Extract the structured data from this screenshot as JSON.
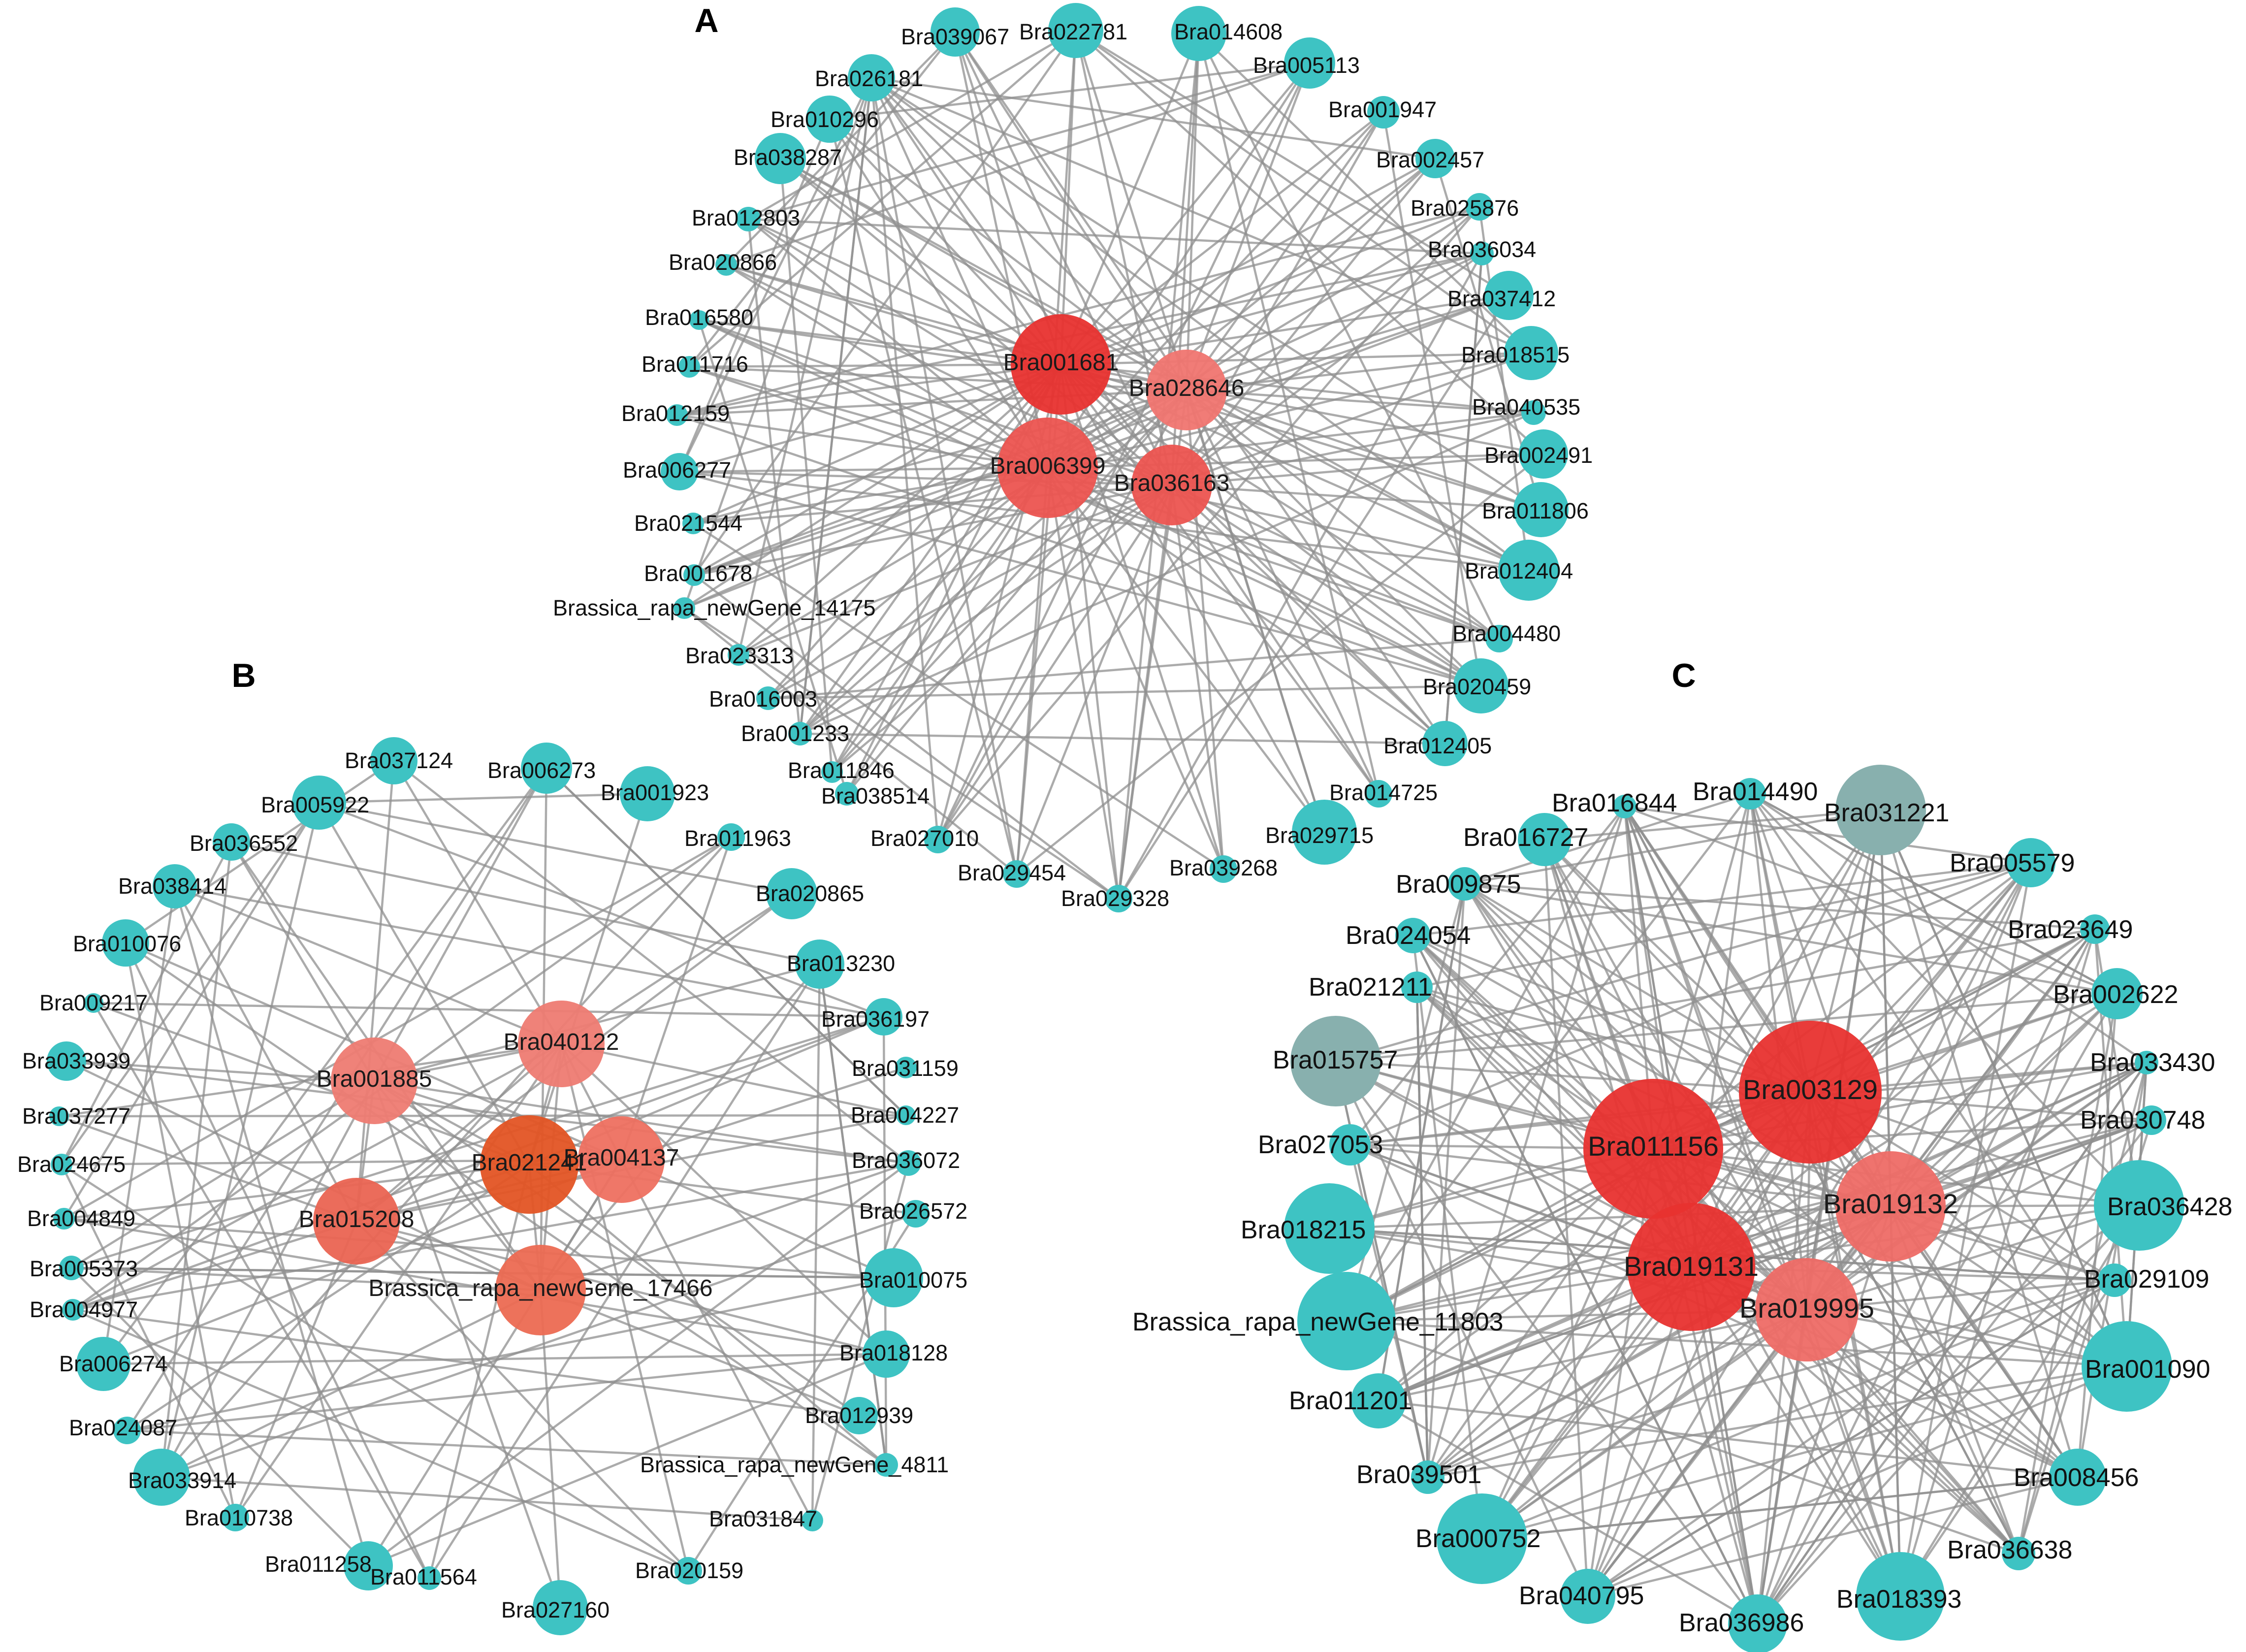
{
  "colors": {
    "peripheral": "#3ec3c3",
    "hub_red": "#e8322f",
    "hub_salmon": "#ee6b63",
    "hub_orange": "#e35424",
    "hub_grey": "#88b0ae",
    "edge": "#8f8f8f"
  },
  "panels": [
    {
      "letter": "A",
      "hubs": [
        {
          "label": "Bra001681",
          "color": "#e8322f"
        },
        {
          "label": "Bra028646",
          "color": "#f07570"
        },
        {
          "label": "Bra006399",
          "color": "#ec5450"
        },
        {
          "label": "Bra036163",
          "color": "#ec5450"
        }
      ],
      "nodes": [
        "Bra039067",
        "Bra022781",
        "Bra014608",
        "Bra005113",
        "Bra001947",
        "Bra002457",
        "Bra025876",
        "Bra036034",
        "Bra037412",
        "Bra018515",
        "Bra040535",
        "Bra002491",
        "Bra011806",
        "Bra012404",
        "Bra004480",
        "Bra020459",
        "Bra012405",
        "Bra014725",
        "Bra029715",
        "Bra039268",
        "Bra029328",
        "Bra029454",
        "Bra027010",
        "Bra038514",
        "Bra011846",
        "Bra001233",
        "Bra016003",
        "Bra023313",
        "Brassica_rapa_newGene_14175",
        "Bra001678",
        "Bra021544",
        "Bra006277",
        "Bra012159",
        "Bra011716",
        "Bra016580",
        "Bra020866",
        "Bra012803",
        "Bra038287",
        "Bra010296",
        "Bra026181"
      ]
    },
    {
      "letter": "B",
      "hubs": [
        {
          "label": "Bra040122",
          "color": "#ee7b72"
        },
        {
          "label": "Bra001885",
          "color": "#ee7b72"
        },
        {
          "label": "Bra021241",
          "color": "#e35424"
        },
        {
          "label": "Bra004137",
          "color": "#ee7060"
        },
        {
          "label": "Bra015208",
          "color": "#ea6452"
        },
        {
          "label": "Brassica_rapa_newGene_17466",
          "color": "#ec6a52"
        }
      ],
      "nodes": [
        "Bra037124",
        "Bra006273",
        "Bra001923",
        "Bra011963",
        "Bra020865",
        "Bra013230",
        "Bra036197",
        "Bra031159",
        "Bra004227",
        "Bra036072",
        "Bra026572",
        "Bra010075",
        "Bra018128",
        "Bra012939",
        "Brassica_rapa_newGene_4811",
        "Bra031847",
        "Bra020159",
        "Bra027160",
        "Bra011564",
        "Bra011258",
        "Bra010738",
        "Bra033914",
        "Bra024087",
        "Bra006274",
        "Bra004977",
        "Bra005373",
        "Bra004849",
        "Bra024675",
        "Bra037277",
        "Bra033939",
        "Bra009217",
        "Bra010076",
        "Bra038414",
        "Bra036552",
        "Bra005922"
      ]
    },
    {
      "letter": "C",
      "hubs": [
        {
          "label": "Bra003129",
          "color": "#e8322f"
        },
        {
          "label": "Bra011156",
          "color": "#e8322f"
        },
        {
          "label": "Bra019131",
          "color": "#e8322f"
        },
        {
          "label": "Bra019132",
          "color": "#ee6b66"
        },
        {
          "label": "Bra019995",
          "color": "#ee6b66"
        }
      ],
      "nodes": [
        "Bra014490",
        "Bra031221",
        "Bra005579",
        "Bra023649",
        "Bra002622",
        "Bra033430",
        "Bra030748",
        "Bra036428",
        "Bra029109",
        "Bra001090",
        "Bra008456",
        "Bra036638",
        "Bra018393",
        "Bra036986",
        "Bra040795",
        "Bra000752",
        "Bra039501",
        "Bra011201",
        "Brassica_rapa_newGene_11803",
        "Bra018215",
        "Bra027053",
        "Bra015757",
        "Bra021211",
        "Bra024054",
        "Bra009875",
        "Bra016727",
        "Bra016844"
      ]
    }
  ]
}
